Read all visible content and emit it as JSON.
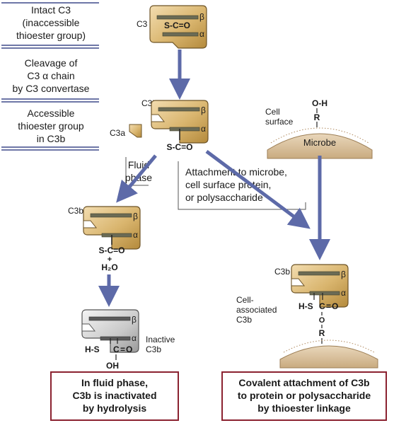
{
  "steps": [
    {
      "line1": "Intact C3",
      "line2": "(inaccessible",
      "line3": "thioester group)"
    },
    {
      "line1": "Cleavage of",
      "line2": "C3 α chain",
      "line3": "by C3 convertase"
    },
    {
      "line1": "Accessible",
      "line2": "thioester group",
      "line3": "in C3b"
    }
  ],
  "molecule_labels": {
    "c3": "C3",
    "c3b": "C3b",
    "c3a": "C3a",
    "beta": "β",
    "alpha": "α",
    "thioester": "S-C=O",
    "h2o": "H₂O",
    "plus": "+",
    "hs": "H-S",
    "c": "C",
    "eq": "=",
    "o": "O",
    "oh": "OH",
    "r": "R",
    "oh_group": "O-H"
  },
  "fluid_phase": {
    "line1": "Fluid",
    "line2": "phase"
  },
  "attachment": {
    "line1": "Attachment to microbe,",
    "line2": "cell surface protein,",
    "line3": "or polysaccharide"
  },
  "cell_surface": {
    "line1": "Cell",
    "line2": "surface",
    "microbe": "Microbe"
  },
  "inactive": {
    "line1": "Inactive",
    "line2": "C3b"
  },
  "cell_associated": {
    "line1": "Cell-",
    "line2": "associated",
    "line3": "C3b"
  },
  "result_left": {
    "line1": "In fluid phase,",
    "line2": "C3b is inactivated",
    "line3": "by hydrolysis"
  },
  "result_right": {
    "line1": "Covalent attachment of C3b",
    "line2": "to protein or polysaccharide",
    "line3": "by thioester linkage"
  },
  "colors": {
    "molecule_gold": "#d9b56e",
    "inactive_gray": "#c9c9c9",
    "arrow_blue": "#5d6aa8",
    "step_lines": "#3e4a8a",
    "box_border": "#8b2230",
    "membrane": "#d8c3a2"
  }
}
